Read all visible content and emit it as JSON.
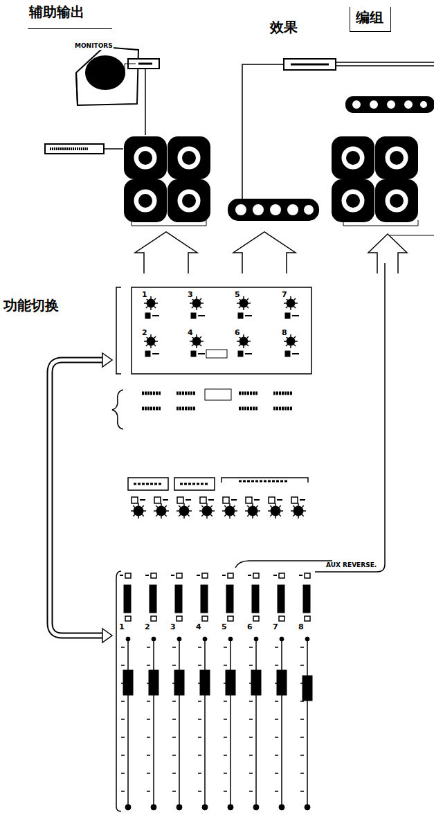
{
  "diagram": {
    "nodes": [
      {
        "text": [
          "辅助输出"
        ]
      },
      {
        "text": [
          "编组"
        ]
      }
    ],
    "labels": [
      "MONITORS",
      "效果",
      "功能切换",
      "AUX REVERSE.",
      "1",
      "3",
      "5",
      "7",
      "2",
      "4",
      "6",
      "8",
      "1",
      "2",
      "3",
      "4",
      "5",
      "6",
      "7",
      "8"
    ]
  }
}
